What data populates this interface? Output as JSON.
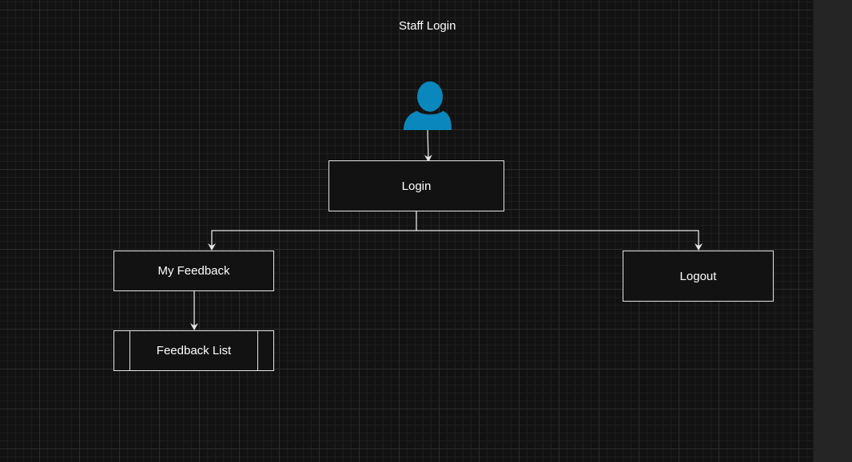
{
  "diagram": {
    "title": "Staff Login",
    "actor_icon": "user-icon",
    "actor_color": "#0a87bc",
    "nodes": {
      "login": "Login",
      "my_feedback": "My Feedback",
      "feedback_list": "Feedback List",
      "logout": "Logout"
    },
    "edges": [
      {
        "from": "user-icon",
        "to": "Login"
      },
      {
        "from": "Login",
        "to": "My Feedback"
      },
      {
        "from": "Login",
        "to": "Logout"
      },
      {
        "from": "My Feedback",
        "to": "Feedback List"
      }
    ]
  },
  "colors": {
    "canvas": "#121212",
    "stroke": "#e6e6e6",
    "text": "#ffffff"
  }
}
